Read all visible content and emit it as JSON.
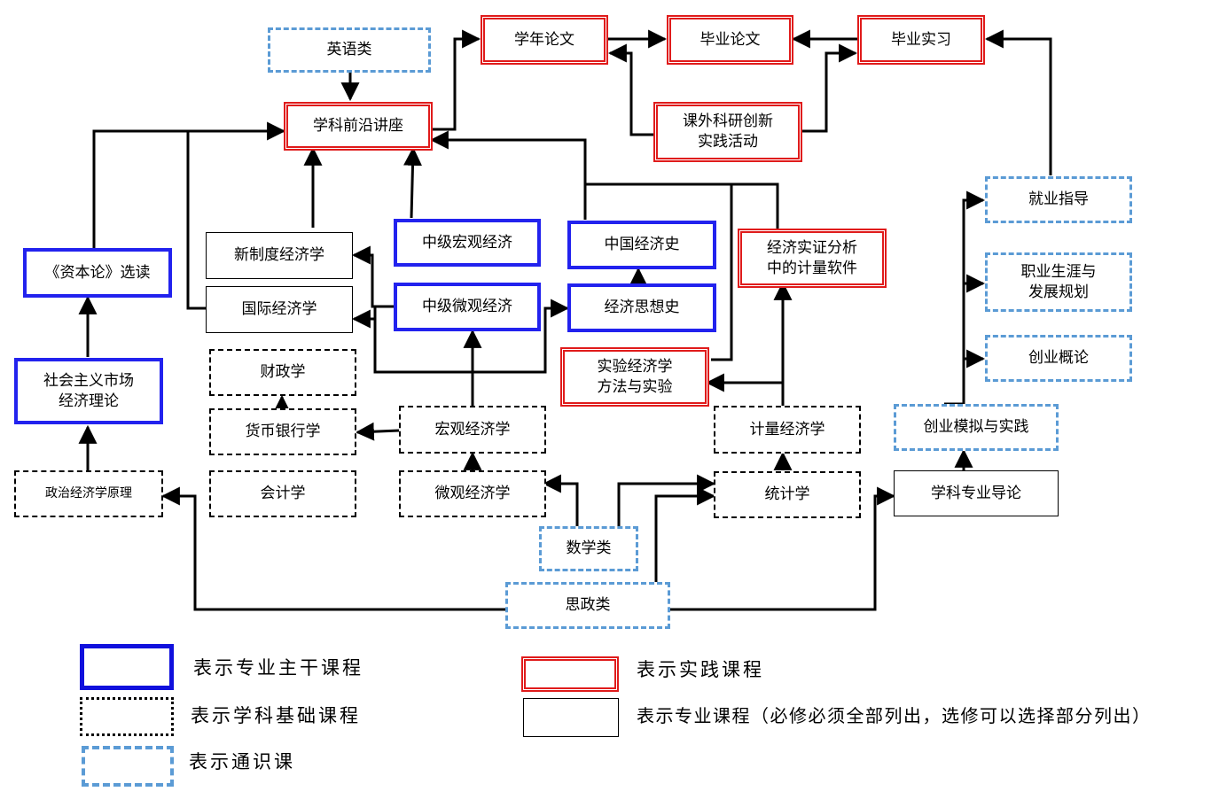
{
  "nodes": {
    "english": "英语类",
    "frontier": "学科前沿讲座",
    "year_thesis": "学年论文",
    "grad_thesis": "毕业论文",
    "internship": "毕业实习",
    "research": "课外科研创新\n实践活动",
    "capital": "《资本论》选读",
    "new_inst": "新制度经济学",
    "intl": "国际经济学",
    "inter_macro": "中级宏观经济",
    "inter_micro": "中级微观经济",
    "china_hist": "中国经济史",
    "thought_hist": "经济思想史",
    "econometric_sw": "经济实证分析\n中的计量软件",
    "career": "就业指导",
    "career_plan": "职业生涯与\n发展规划",
    "startup": "创业概论",
    "socialist": "社会主义市场\n经济理论",
    "finance": "财政学",
    "banking": "货币银行学",
    "accounting": "会计学",
    "macro": "宏观经济学",
    "micro": "微观经济学",
    "experimental": "实验经济学\n方法与实验",
    "econometrics": "计量经济学",
    "statistics": "统计学",
    "startup_sim": "创业模拟与实践",
    "intro": "学科专业导论",
    "political_econ": "政治经济学原理",
    "math": "数学类",
    "ideology": "思政类"
  },
  "legend": {
    "core": "表示专业主干课程",
    "basic": "表示学科基础课程",
    "general": "表示通识课",
    "practice": "表示实践课程",
    "major": "表示专业课程（必修必须全部列出，选修可以选择部分列出）"
  },
  "colors": {
    "core": "#2222ee",
    "practice": "#e01b1b",
    "general": "#5b9bd5",
    "line": "#000000"
  }
}
